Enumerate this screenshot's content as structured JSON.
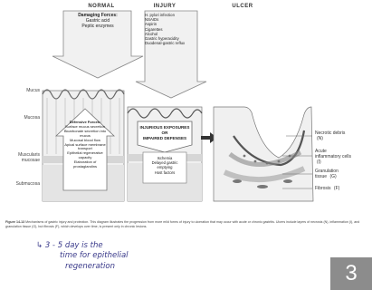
{
  "panels": {
    "normal_title": "NORMAL",
    "injury_title": "INJURY",
    "ulcer_title": "ULCER"
  },
  "layers": {
    "mucus": "Mucus",
    "mucosa": "Mucosa",
    "muscularis_mucosae": "Muscularis mucosae",
    "submucosa": "Submucosa"
  },
  "damaging_forces": {
    "title": "Damaging Forces:",
    "items": [
      "Gastric acid",
      "Peptic enzymes"
    ]
  },
  "injury_factors": {
    "items": [
      "H. pylori infection",
      "NSAIDs",
      "Aspirin",
      "Cigarettes",
      "Alcohol",
      "Gastric hyperacidity",
      "Duodenal-gastric reflux"
    ]
  },
  "defensive_forces": {
    "title": "Defensive Forces:",
    "items": [
      "Surface mucus secretion",
      "Bicarbonate secretion into mucus",
      "Mucosal blood flow",
      "Apical surface membrane transport",
      "Epithelial regenerative capacity",
      "Elaboration of prostaglandins"
    ]
  },
  "injurious_exposures": {
    "line1": "INJURIOUS EXPOSURES",
    "line2": "OR",
    "line3": "IMPAIRED DEFENSES"
  },
  "impaired_list": {
    "items": [
      "Ischemia",
      "Delayed gastric emptying",
      "Host factors"
    ]
  },
  "ulcer_labels": {
    "necrotic": "Necrotic debris",
    "necrotic_tag": "(N)",
    "inflammation": "Acute inflammatory cells",
    "inflammation_tag": "(I)",
    "granulation": "Granulation tissue",
    "granulation_tag": "(G)",
    "fibrosis": "Fibrosis",
    "fibrosis_tag": "(F)"
  },
  "caption": {
    "fig": "Figure 14-13",
    "text": " Mechanisms of gastric injury and protection. This diagram illustrates the progression from more mild forms of injury to ulceration that may occur with acute or chronic gastritis. Ulcers include layers of necrosis (N), inflammation (I), and granulation tissue (G), but fibrosis (F), which develops over time, is present only in chronic lesions."
  },
  "handwritten": {
    "line1": "↳ 3 - 5 day is the",
    "line2": "time for epithelial",
    "line3": "regeneration"
  },
  "page_number": "3"
}
